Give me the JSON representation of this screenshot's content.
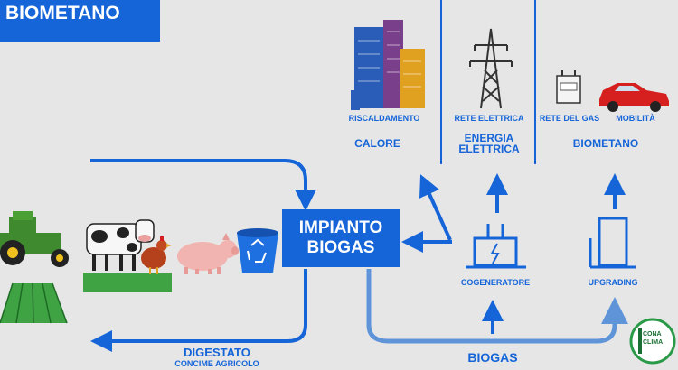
{
  "title": "BIOMETANO",
  "plant": {
    "line1": "IMPIANTO",
    "line2": "BIOGAS"
  },
  "sections": {
    "calore": {
      "sub": "RISCALDAMENTO",
      "main": "CALORE"
    },
    "energia": {
      "sub": "RETE ELETTRICA",
      "main1": "ENERGIA",
      "main2": "ELETTRICA"
    },
    "biometano": {
      "sub1": "RETE DEL GAS",
      "sub2": "MOBILITÀ",
      "main": "BIOMETANO"
    }
  },
  "cogeneratore": "COGENERATORE",
  "upgrading": "UPGRADING",
  "biogas": "BIOGAS",
  "digestato": {
    "line1": "DIGESTATO",
    "line2": "CONCIME AGRICOLO"
  },
  "logo": {
    "line1": "CONA",
    "line2": "CLIMA"
  },
  "colors": {
    "blue": "#1565d8",
    "light_blue": "#5f95d8",
    "background": "#e6e6e7"
  }
}
